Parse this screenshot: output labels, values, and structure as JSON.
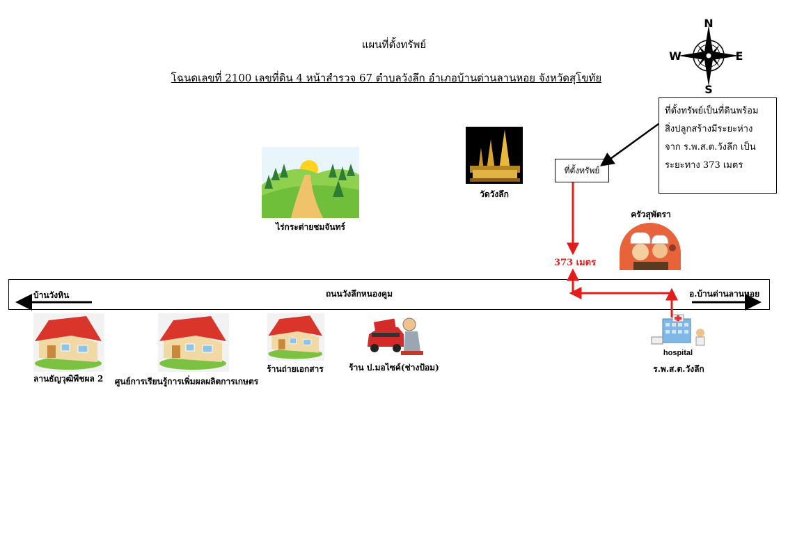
{
  "map": {
    "title": "แผนที่ตั้งทรัพย์",
    "subtitle": "โฉนดเลขที่ 2100   เลขที่ดิน 4   หน้าสำรวจ 67   ตำบลวังลึก    อำเภอบ้านด่านลานหอย   จังหวัดสุโขทัย",
    "compass": {
      "n": "N",
      "e": "E",
      "s": "S",
      "w": "W"
    },
    "info_box": {
      "lines": [
        "ที่ตั้งทรัพย์เป็นที่ดินพร้อม",
        "สิ่งปลูกสร้างมีระยะห่าง",
        "จาก ร.พ.ส.ต.วังลึก เป็น",
        "ระยะทาง 373 เมตร"
      ]
    },
    "property_label": "ที่ตั้งทรัพย์",
    "distance_label": "373 เมตร",
    "road": {
      "name": "ถนนวังลึกหนองคูม",
      "left_direction": "บ้านวังหิน",
      "right_direction": "อ.บ้านด่านลานหอย"
    },
    "landmarks": {
      "farm": "ไร่กระต่ายชมจันทร์",
      "temple": "วัดวังลึก",
      "restaurant": "ครัวสุพัตรา",
      "grain_yard": "ลานธัญวุฒิพืชผล 2",
      "learning_center": "ศูนย์การเรียนรู้การเพิ่มผลผลิตการเกษตร",
      "copy_shop": "ร้านถ่ายเอกสาร",
      "motor_shop": "ร้าน ป.มอไซค์(ช่างป้อม)",
      "hospital": "ร.พ.ส.ต.วังลึก",
      "hospital_sign": "hospital"
    },
    "colors": {
      "route": "#e51c1c",
      "roof": "#d9352b",
      "wall": "#f1d9a6",
      "grass": "#7cc242"
    }
  }
}
